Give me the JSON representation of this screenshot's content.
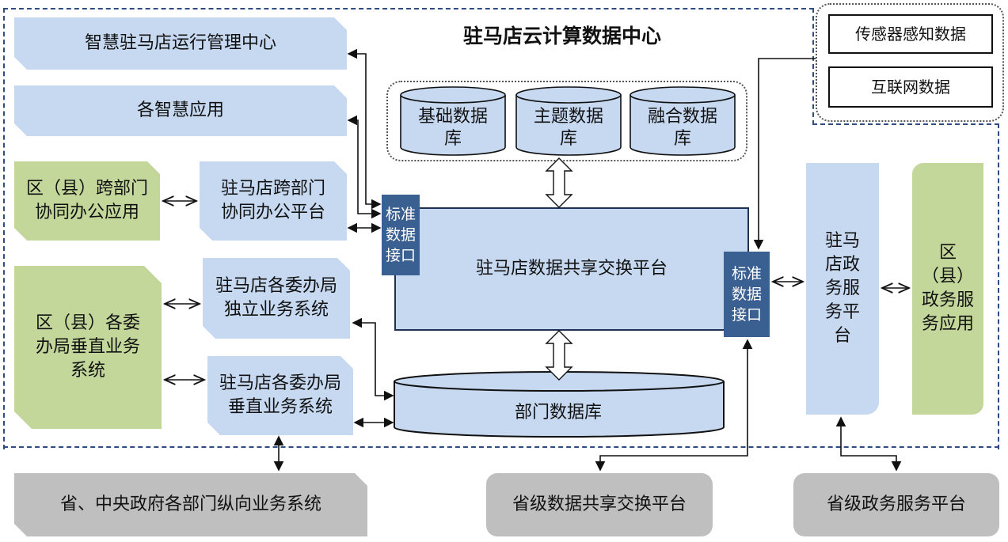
{
  "title": "驻马店云计算数据中心",
  "apps": {
    "ops_center": "智慧驻马店运行管理中心",
    "smart_apps": "各智慧应用"
  },
  "county": {
    "collab_app": "区（县）跨部门协同办公应用",
    "vertical": "区（县）各委办局垂直业务系统",
    "gov_service_app": "区（县）政务服务应用"
  },
  "city": {
    "collab_platform": "驻马店跨部门协同办公平台",
    "independent_systems": "驻马店各委办局独立业务系统",
    "vertical_systems": "驻马店各委办局垂直业务系统",
    "gov_service_platform": "驻马店政务服务平台"
  },
  "databases": {
    "base": "基础数据库",
    "theme": "主题数据库",
    "fusion": "融合数据库",
    "dept": "部门数据库"
  },
  "exchange_platform": "驻马店数据共享交换平台",
  "interface": "标准数据接口",
  "external_data": {
    "sensor": "传感器感知数据",
    "internet": "互联网数据"
  },
  "provincial": {
    "central_systems": "省、中央政府各部门纵向业务系统",
    "exchange": "省级数据共享交换平台",
    "gov_service": "省级政务服务平台"
  },
  "colors": {
    "light_blue": "#c6d9f1",
    "green": "#c4d79b",
    "gray": "#bfbfbf",
    "navy": "#3a5f91",
    "dashed_border": "#2e4c80"
  }
}
